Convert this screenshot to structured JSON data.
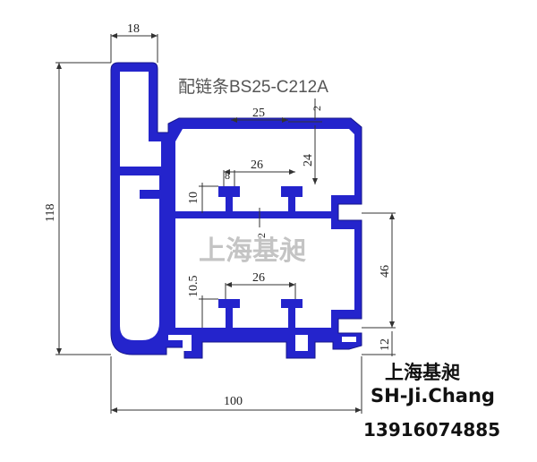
{
  "drawing": {
    "model_label": "配链条BS25-C212A",
    "watermark": "上海基昶",
    "dimensions": {
      "top_width": "18",
      "overall_height": "118",
      "top_slot": "25",
      "lip": "2",
      "upper_pitch": "26",
      "upper_depth": "24",
      "small_gap": "8",
      "upper_slot_depth": "10",
      "web": "2",
      "lower_slot_depth": "10.5",
      "lower_pitch": "26",
      "right_height": "46",
      "bottom_right": "12",
      "overall_width": "100"
    }
  },
  "company": {
    "name_cn": "上海基昶",
    "name_en": "SH-Ji.Chang",
    "phone": "13916074885"
  },
  "colors": {
    "profile_fill": "#2424cc",
    "profile_inner": "#ffffff",
    "dim_line": "#333333"
  }
}
